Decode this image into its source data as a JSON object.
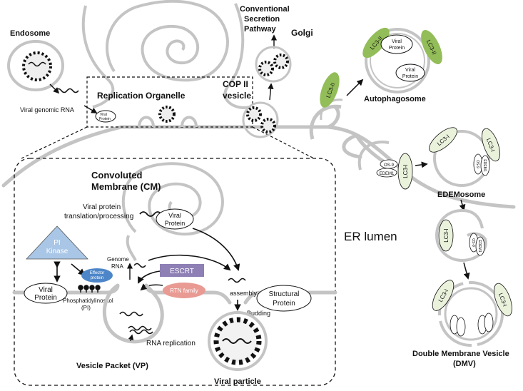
{
  "labels": {
    "endosome": "Endosome",
    "viral_genomic_rna": "Viral genomic RNA",
    "replication_organelle": "Replication Organelle",
    "viral_protein_small_1": "Viral",
    "viral_protein_small_2": "Protein",
    "conventional_secretion_1": "Conventional",
    "conventional_secretion_2": "Secretion",
    "conventional_secretion_3": "Pathway",
    "golgi": "Golgi",
    "cop2_1": "COP II",
    "cop2_2": "vesicle",
    "lc3_ii": "LC3-II",
    "lc3_i": "LC3-I",
    "viral": "Viral",
    "protein": "Protein",
    "autophagosome": "Autophagosome",
    "os9": "OS-9",
    "edem1": "EDEM1",
    "edemosome": "EDEMosome",
    "er_lumen": "ER lumen",
    "dmv_1": "Double Membrane Vesicle",
    "dmv_2": "(DMV)",
    "cm_1": "Convoluted",
    "cm_2": "Membrane (CM)",
    "translation_1": "Viral protein",
    "translation_2": "translation/processing",
    "pi_kinase_1": "PI",
    "pi_kinase_2": "Kinase",
    "genome_rna_1": "Genome",
    "genome_rna_2": "RNA",
    "effector_1": "Effector",
    "effector_2": "protein",
    "escrt": "ESCRT",
    "rtn_family": "RTN family",
    "assembly": "assembly",
    "structural_1": "Structural",
    "structural_2": "Protein",
    "phosphatidylinositol_1": "Phosphatidylinositol",
    "phosphatidylinositol_2": "(PI)",
    "budding": "Budding",
    "rna_replication": "RNA replication",
    "vesicle_packet": "Vesicle Packet (VP)",
    "viral_particle": "Viral particle"
  },
  "colors": {
    "membrane": "#c4c4c4",
    "lc3_ii_fill": "#92bd58",
    "lc3_i_fill": "#eaf2dc",
    "pi_kinase_fill": "#a9c6e6",
    "effector_fill": "#4d86c8",
    "escrt_fill": "#8e7fb5",
    "rtn_fill": "#e89a93"
  }
}
